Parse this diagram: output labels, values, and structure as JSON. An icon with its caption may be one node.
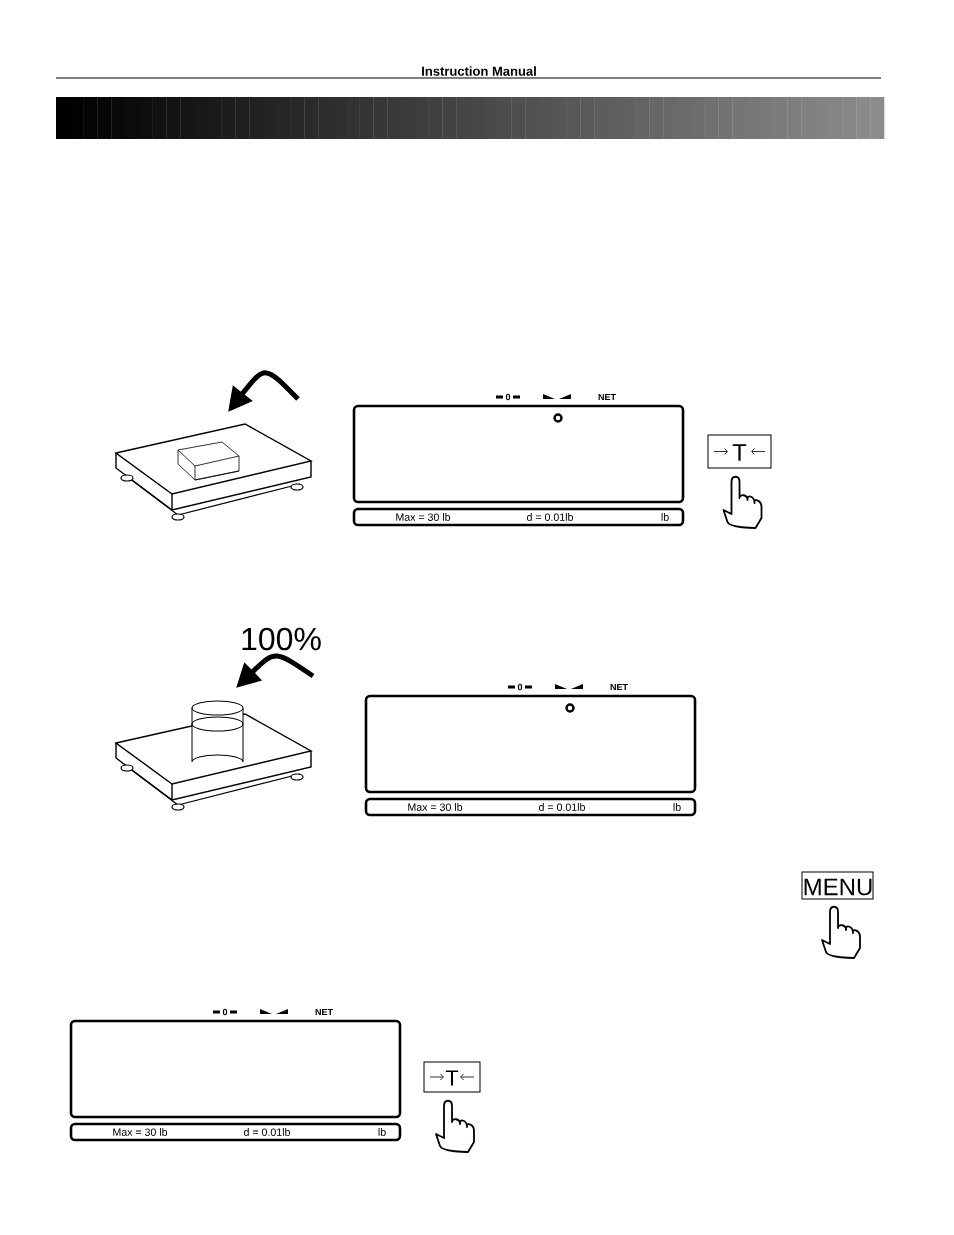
{
  "diagram": {
    "labels": [
      "Instruction Manual",
      "0",
      "NET",
      "Max = 30 lb",
      "d = 0.01lb",
      "lb",
      "T",
      "100%",
      "0",
      "NET",
      "Max = 30 lb",
      "d = 0.01lb",
      "lb",
      "MENU",
      "0",
      "NET",
      "Max = 30 lb",
      "d = 0.01lb",
      "lb",
      "T"
    ]
  }
}
